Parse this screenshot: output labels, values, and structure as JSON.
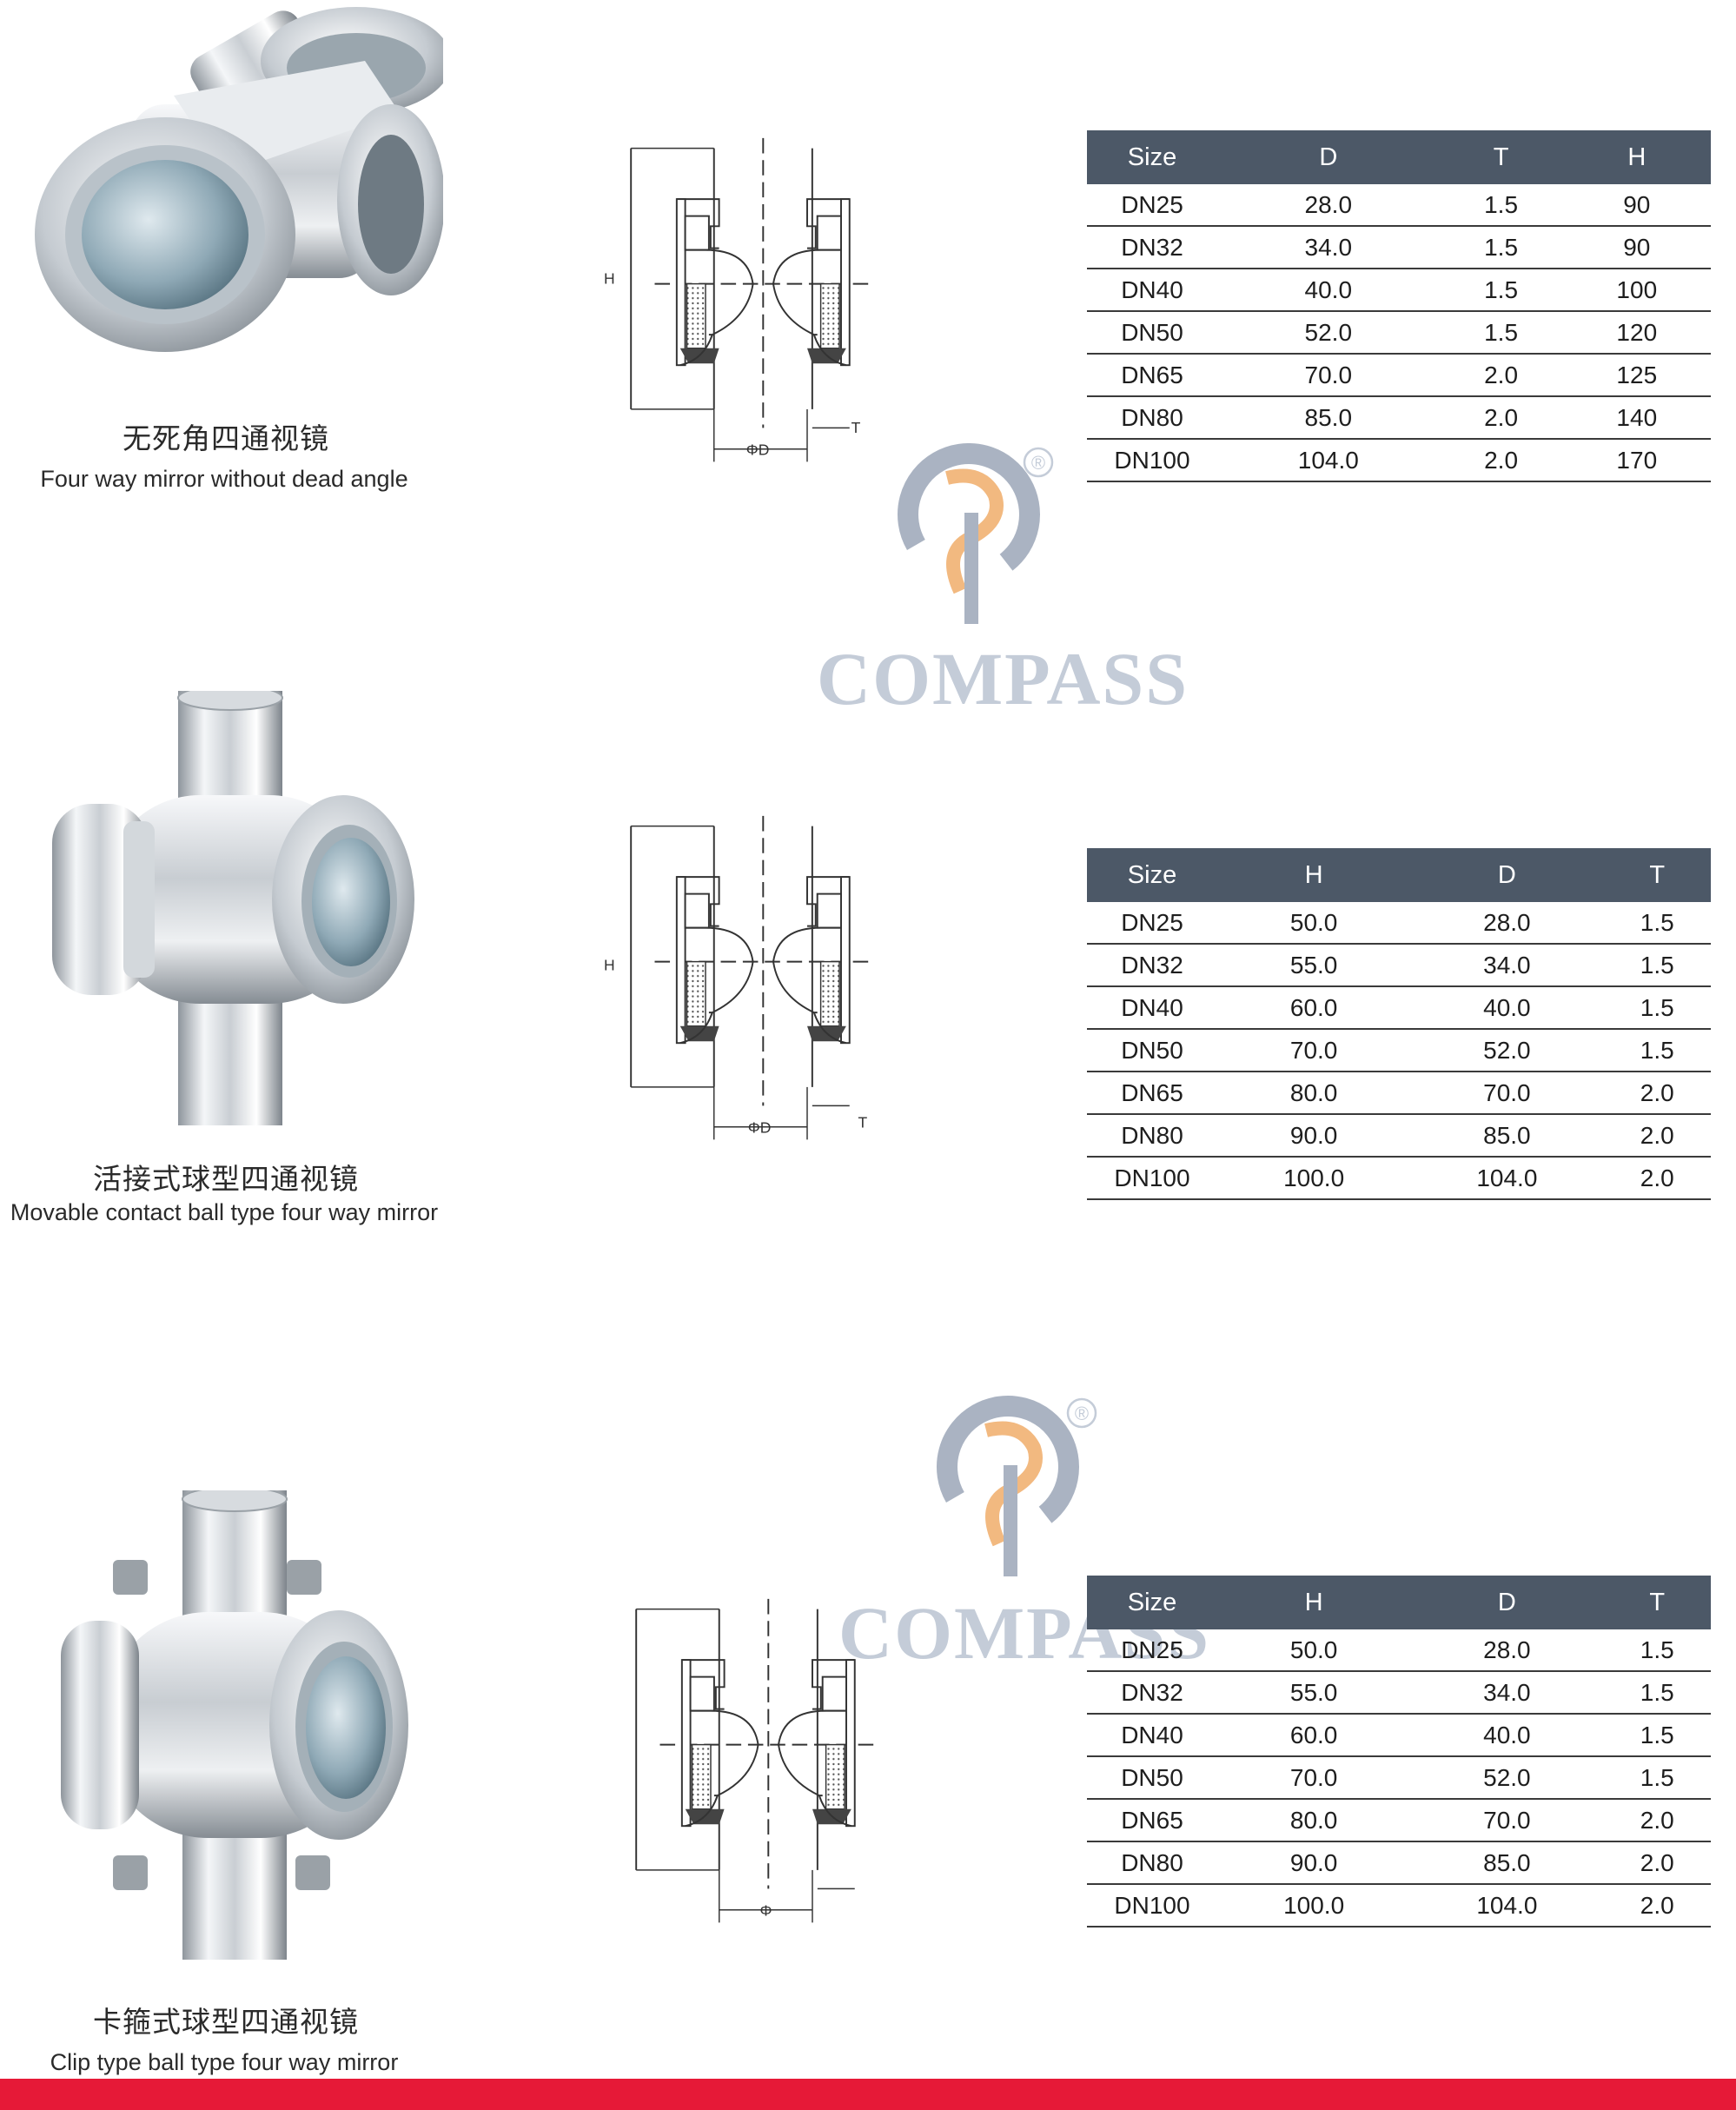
{
  "brand": {
    "name": "COMPASS",
    "reg_mark": "®",
    "colors": {
      "gray": "#aab3c2",
      "orange": "#f2b980",
      "red_bar": "#e61937",
      "header": "#4c5867"
    }
  },
  "products": [
    {
      "name_cn": "无死角四通视镜",
      "name_en": "Four way mirror without dead angle",
      "drawing_labels": {
        "h": "H",
        "d": "ΦD",
        "t": "T"
      },
      "table": {
        "headers": [
          "Size",
          "D",
          "T",
          "H"
        ],
        "rows": [
          [
            "DN25",
            "28.0",
            "1.5",
            "90"
          ],
          [
            "DN32",
            "34.0",
            "1.5",
            "90"
          ],
          [
            "DN40",
            "40.0",
            "1.5",
            "100"
          ],
          [
            "DN50",
            "52.0",
            "1.5",
            "120"
          ],
          [
            "DN65",
            "70.0",
            "2.0",
            "125"
          ],
          [
            "DN80",
            "85.0",
            "2.0",
            "140"
          ],
          [
            "DN100",
            "104.0",
            "2.0",
            "170"
          ]
        ]
      }
    },
    {
      "name_cn": "活接式球型四通视镜",
      "name_en": "Movable contact ball type four way mirror",
      "drawing_labels": {
        "h": "H",
        "d": "ΦD",
        "t": "T"
      },
      "table": {
        "headers": [
          "Size",
          "H",
          "D",
          "T"
        ],
        "rows": [
          [
            "DN25",
            "50.0",
            "28.0",
            "1.5"
          ],
          [
            "DN32",
            "55.0",
            "34.0",
            "1.5"
          ],
          [
            "DN40",
            "60.0",
            "40.0",
            "1.5"
          ],
          [
            "DN50",
            "70.0",
            "52.0",
            "1.5"
          ],
          [
            "DN65",
            "80.0",
            "70.0",
            "2.0"
          ],
          [
            "DN80",
            "90.0",
            "85.0",
            "2.0"
          ],
          [
            "DN100",
            "100.0",
            "104.0",
            "2.0"
          ]
        ]
      }
    },
    {
      "name_cn": "卡箍式球型四通视镜",
      "name_en": "Clip type ball type four way mirror",
      "drawing_labels": {
        "d": "Φ"
      },
      "table": {
        "headers": [
          "Size",
          "H",
          "D",
          "T"
        ],
        "rows": [
          [
            "DN25",
            "50.0",
            "28.0",
            "1.5"
          ],
          [
            "DN32",
            "55.0",
            "34.0",
            "1.5"
          ],
          [
            "DN40",
            "60.0",
            "40.0",
            "1.5"
          ],
          [
            "DN50",
            "70.0",
            "52.0",
            "1.5"
          ],
          [
            "DN65",
            "80.0",
            "70.0",
            "2.0"
          ],
          [
            "DN80",
            "90.0",
            "85.0",
            "2.0"
          ],
          [
            "DN100",
            "100.0",
            "104.0",
            "2.0"
          ]
        ]
      }
    }
  ]
}
